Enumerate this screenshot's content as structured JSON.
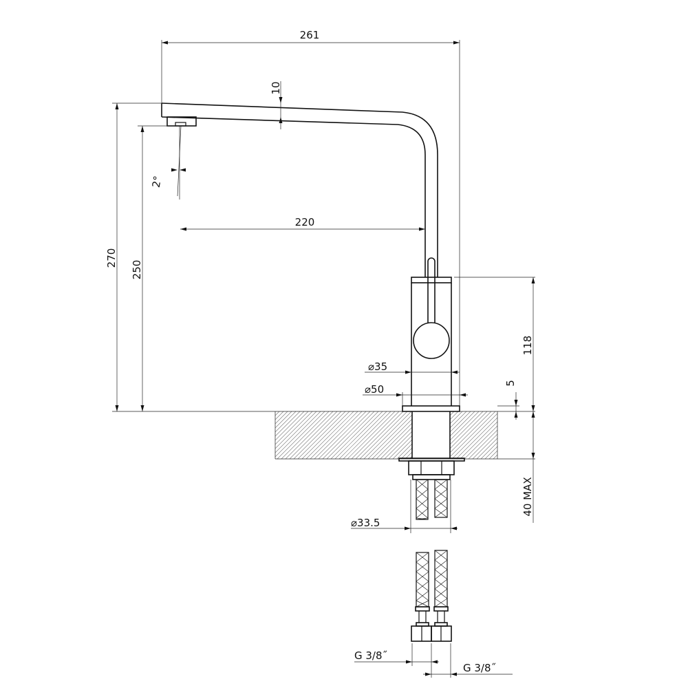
{
  "drawing": {
    "dimensions": {
      "overall_reach": "261",
      "spout_thickness": "10",
      "angle": "2°",
      "spout_reach": "220",
      "total_height": "270",
      "outlet_height": "250",
      "body_height": "118",
      "base_thickness": "5",
      "body_diameter": "⌀35",
      "base_diameter": "⌀50",
      "shank_diameter": "⌀33.5",
      "max_counter_thickness": "40 MAX",
      "connection_left": "G  3/8˝",
      "connection_right": "G  3/8˝"
    }
  }
}
